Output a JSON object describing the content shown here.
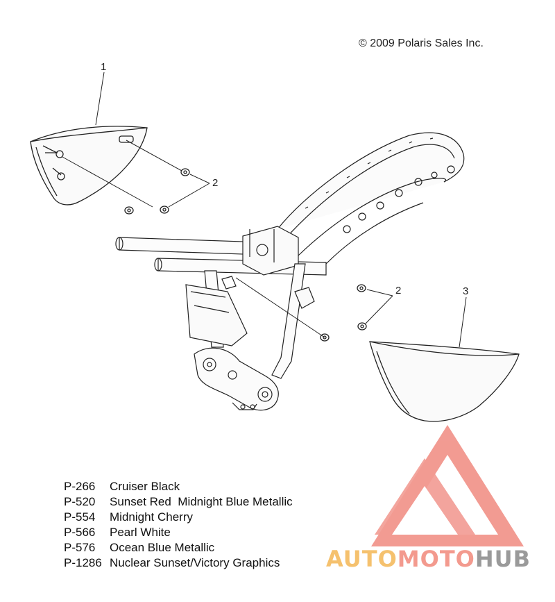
{
  "copyright": "© 2009 Polaris Sales Inc.",
  "callouts": {
    "c1": "1",
    "c2a": "2",
    "c2b": "2",
    "c3": "3"
  },
  "legend": [
    {
      "code": "P-266",
      "name": "Cruiser Black"
    },
    {
      "code": "P-520",
      "name": "Sunset Red  Midnight Blue Metallic"
    },
    {
      "code": "P-554",
      "name": "Midnight Cherry"
    },
    {
      "code": "P-566",
      "name": "Pearl White"
    },
    {
      "code": "P-576",
      "name": "Ocean Blue Metallic"
    },
    {
      "code": "P-1286",
      "name": "Nuclear Sunset/Victory Graphics"
    }
  ],
  "watermark": {
    "text_part1": "AUTO",
    "text_part2": "MOTO",
    "text_part3": "HUB",
    "colors": {
      "auto": "#f5c16e",
      "moto": "#f39a8e",
      "hub": "#9a9a9a",
      "mark": "#f08a80"
    }
  }
}
